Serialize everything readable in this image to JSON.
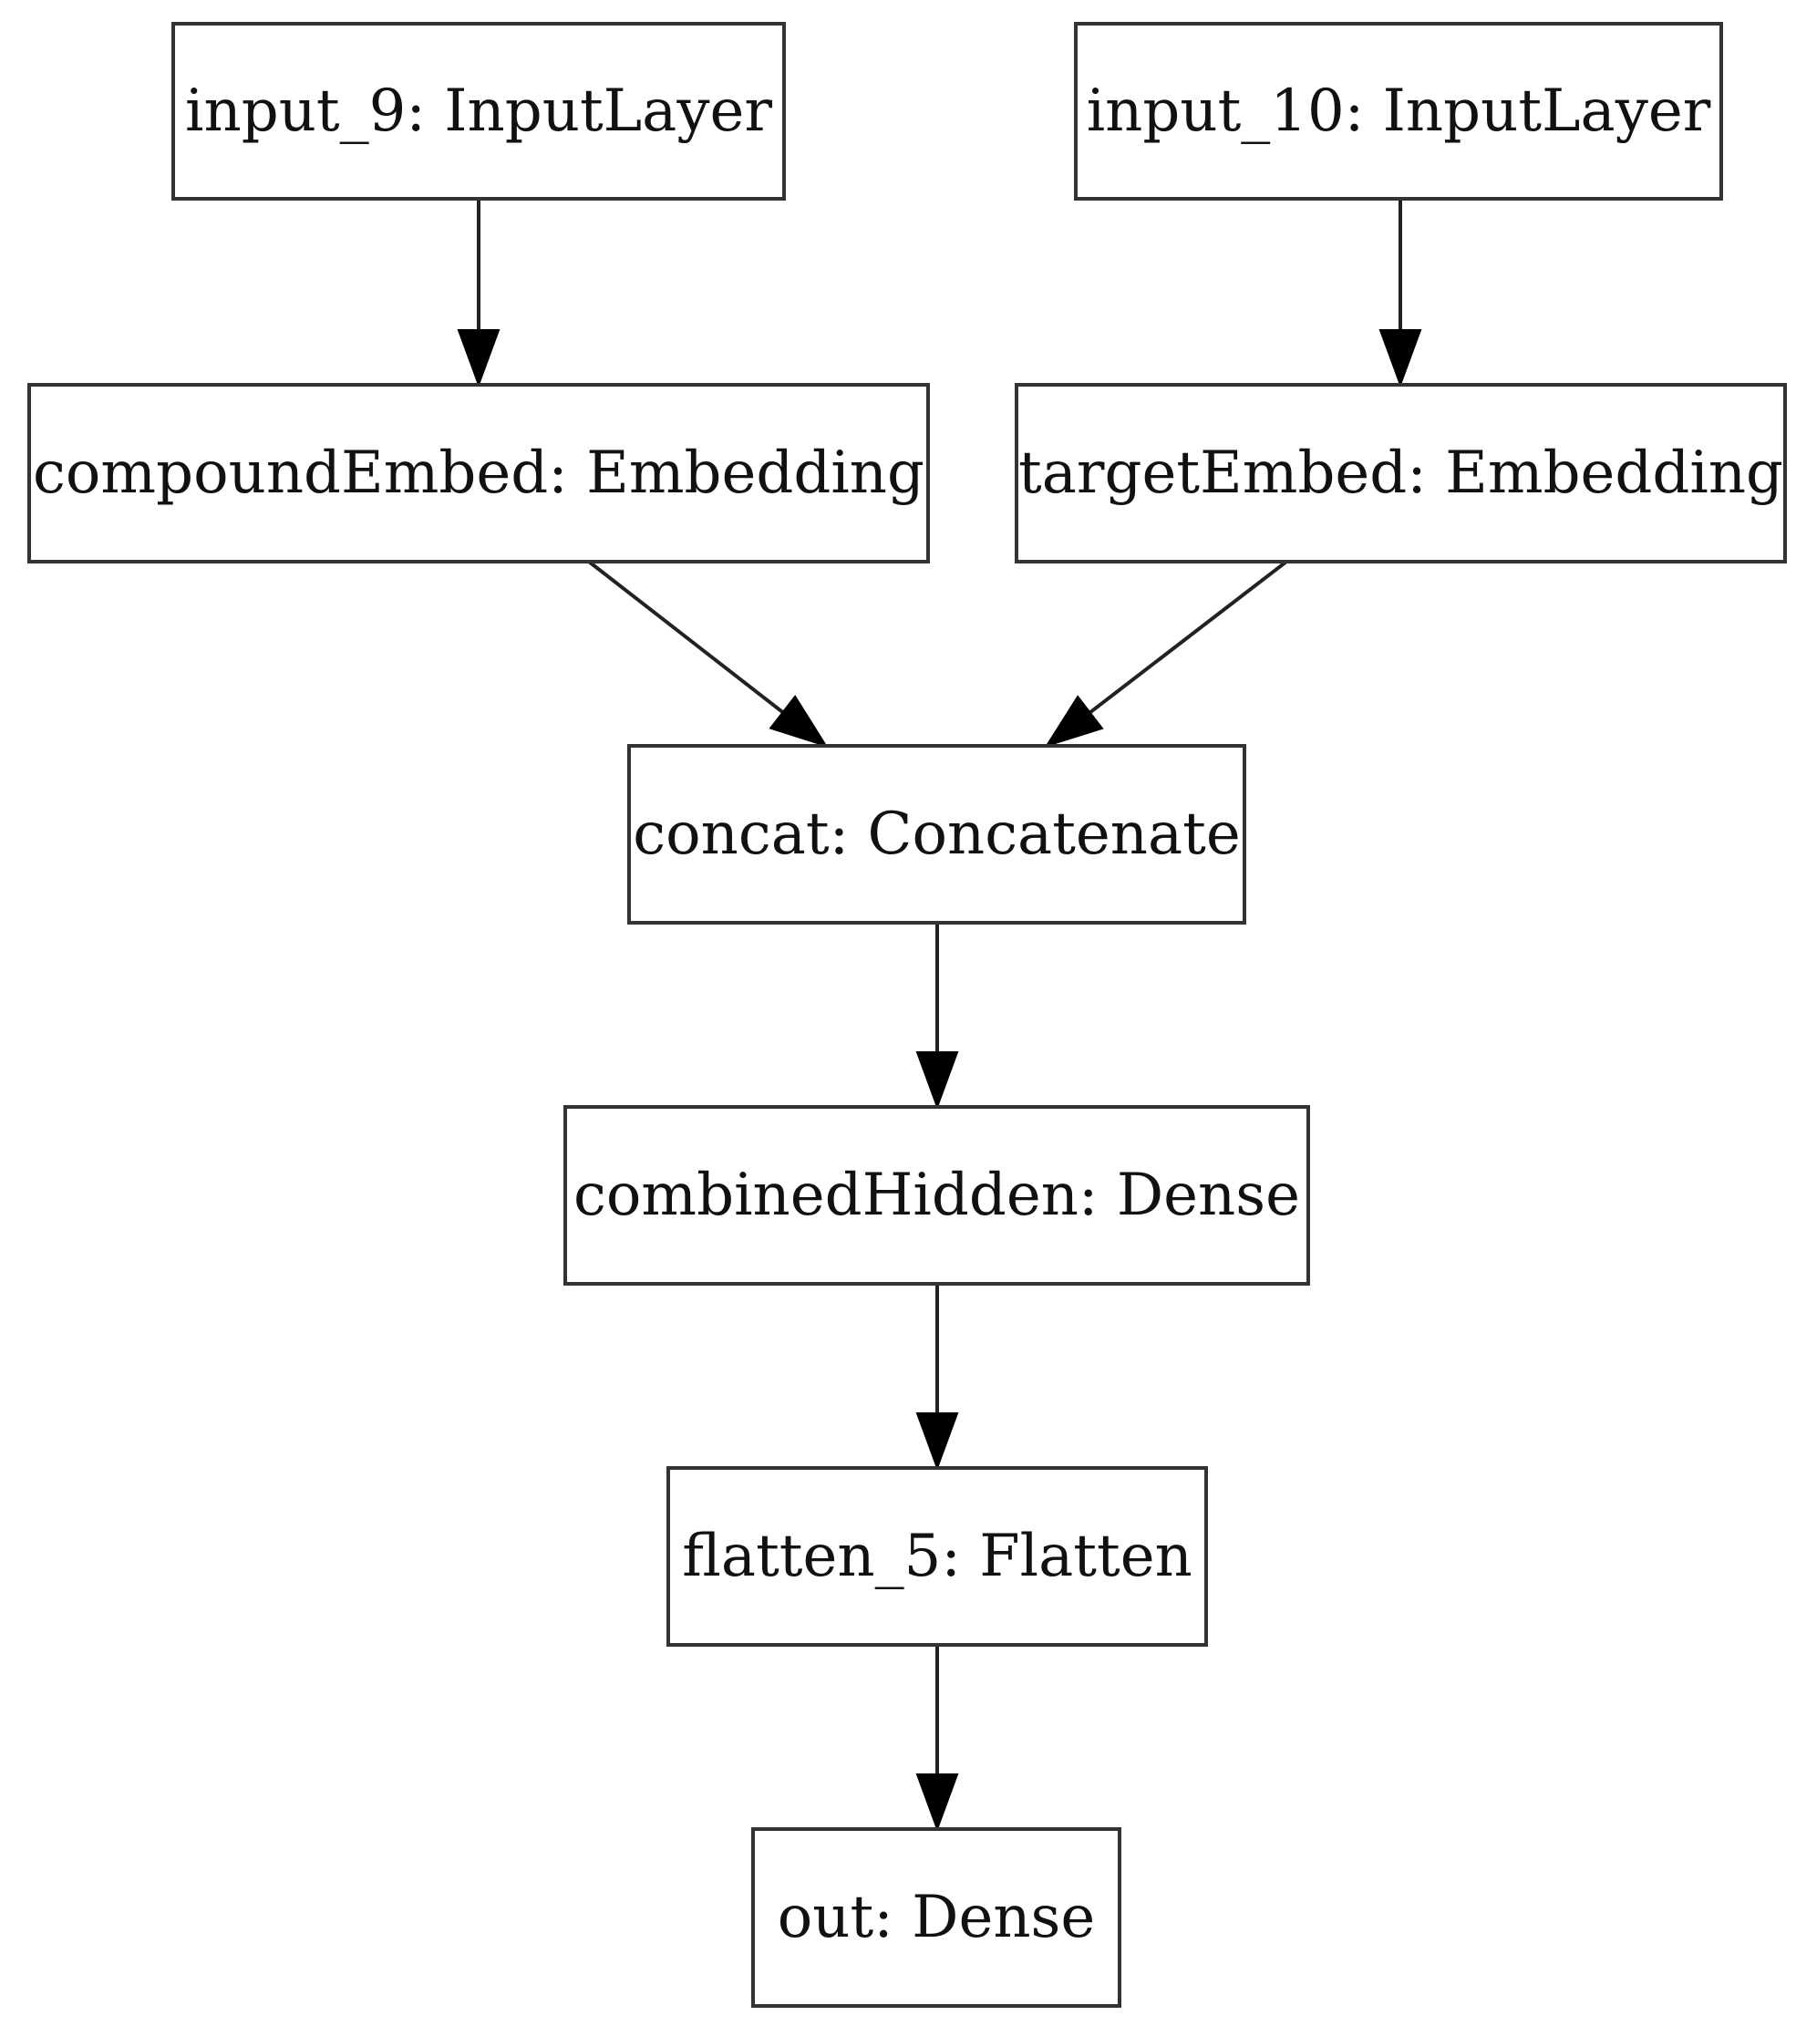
{
  "diagram": {
    "nodes": [
      {
        "id": "input_9",
        "label": "input_9: InputLayer"
      },
      {
        "id": "input_10",
        "label": "input_10: InputLayer"
      },
      {
        "id": "compoundEmbed",
        "label": "compoundEmbed: Embedding"
      },
      {
        "id": "targetEmbed",
        "label": "targetEmbed: Embedding"
      },
      {
        "id": "concat",
        "label": "concat: Concatenate"
      },
      {
        "id": "combinedHidden",
        "label": "combinedHidden: Dense"
      },
      {
        "id": "flatten_5",
        "label": "flatten_5: Flatten"
      },
      {
        "id": "out",
        "label": "out: Dense"
      }
    ],
    "edges": [
      {
        "from": "input_9",
        "to": "compoundEmbed"
      },
      {
        "from": "input_10",
        "to": "targetEmbed"
      },
      {
        "from": "compoundEmbed",
        "to": "concat"
      },
      {
        "from": "targetEmbed",
        "to": "concat"
      },
      {
        "from": "concat",
        "to": "combinedHidden"
      },
      {
        "from": "combinedHidden",
        "to": "flatten_5"
      },
      {
        "from": "flatten_5",
        "to": "out"
      }
    ]
  }
}
